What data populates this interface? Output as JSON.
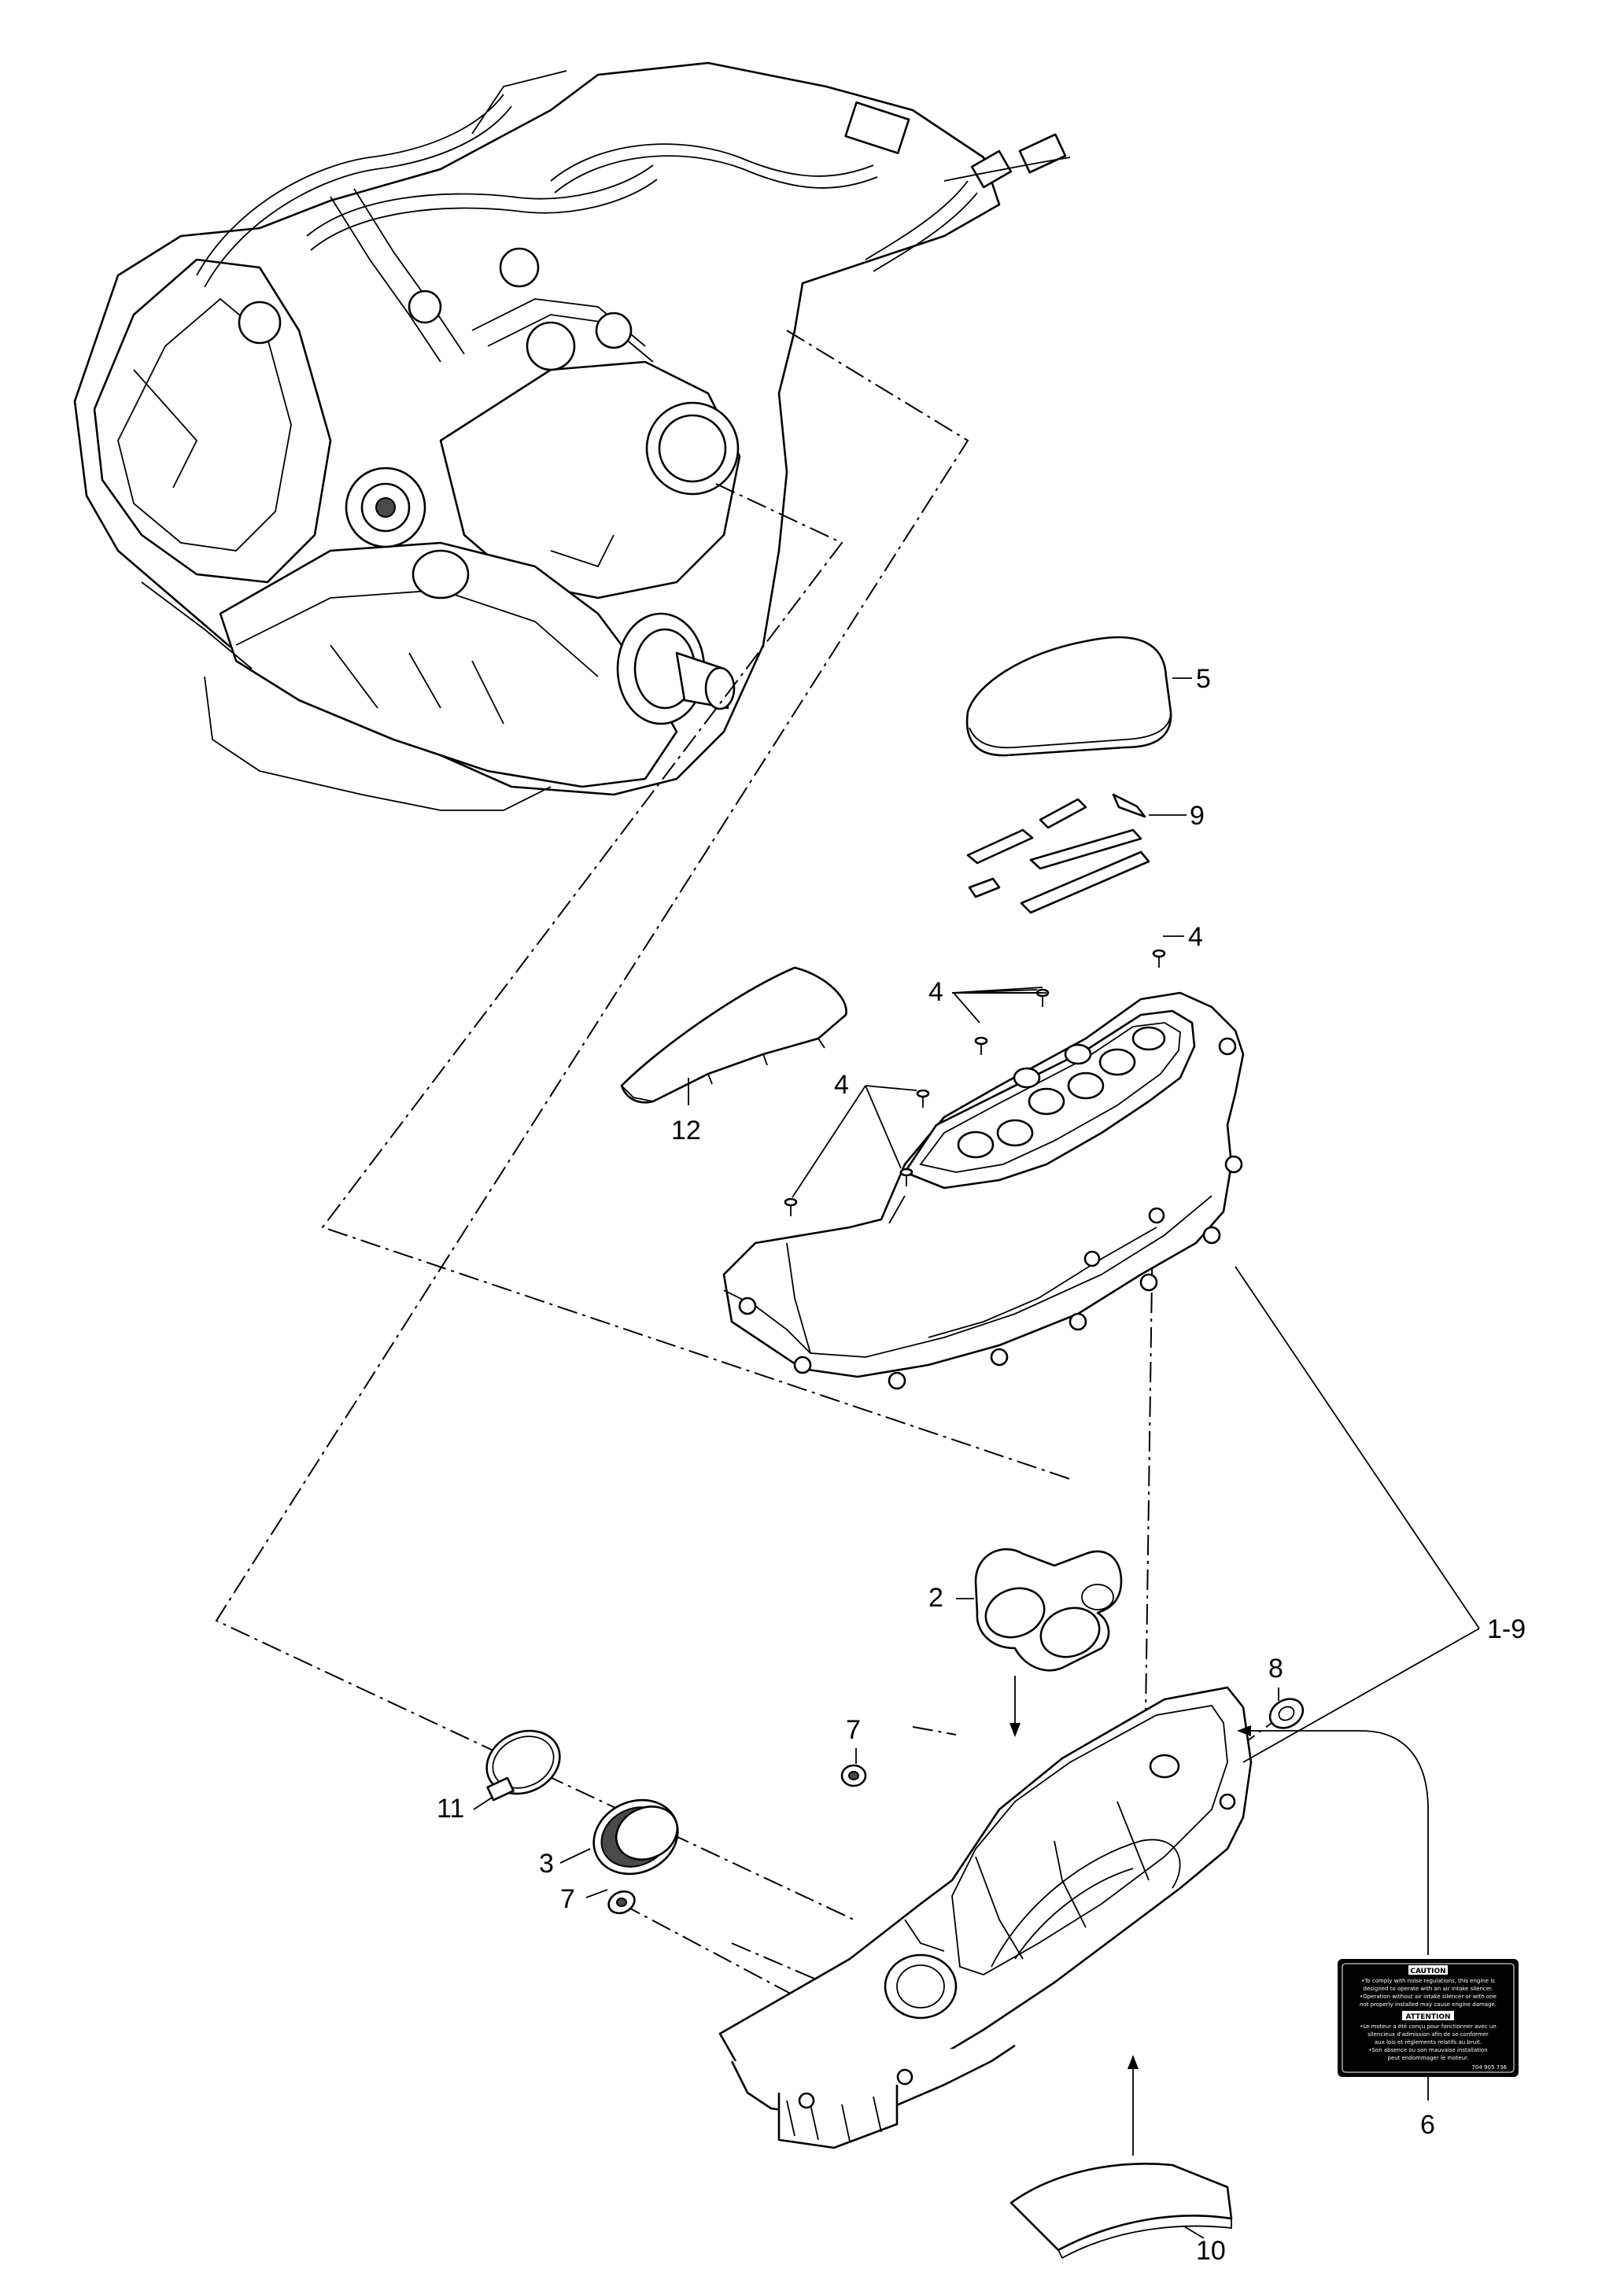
{
  "callouts": {
    "c5": "5",
    "c9": "9",
    "c4a": "4",
    "c4b": "4",
    "c4c": "4",
    "c12": "12",
    "c2": "2",
    "c1_9": "1-9",
    "c8": "8",
    "c7a": "7",
    "c7b": "7",
    "c11": "11",
    "c3": "3",
    "c6": "6",
    "c10": "10"
  },
  "label_6": {
    "caution_title": "CAUTION",
    "caution_lines": [
      "•To comply with noise regulations, this engine is",
      "designed to operate with an air intake silencer.",
      "•Operation without air intake silencer or with one",
      "not properly installed may cause engine damage."
    ],
    "attention_title": "ATTENTION",
    "attention_lines": [
      "•Le moteur a été conçu pour fonctionner avec un",
      "silencieux d'admission afin de se conformer",
      "aux lois et règlements relatifs au bruit.",
      "•Son absence ou son mauvaise installation",
      "peut endommager le moteur."
    ],
    "part_code": "704 905 736"
  }
}
